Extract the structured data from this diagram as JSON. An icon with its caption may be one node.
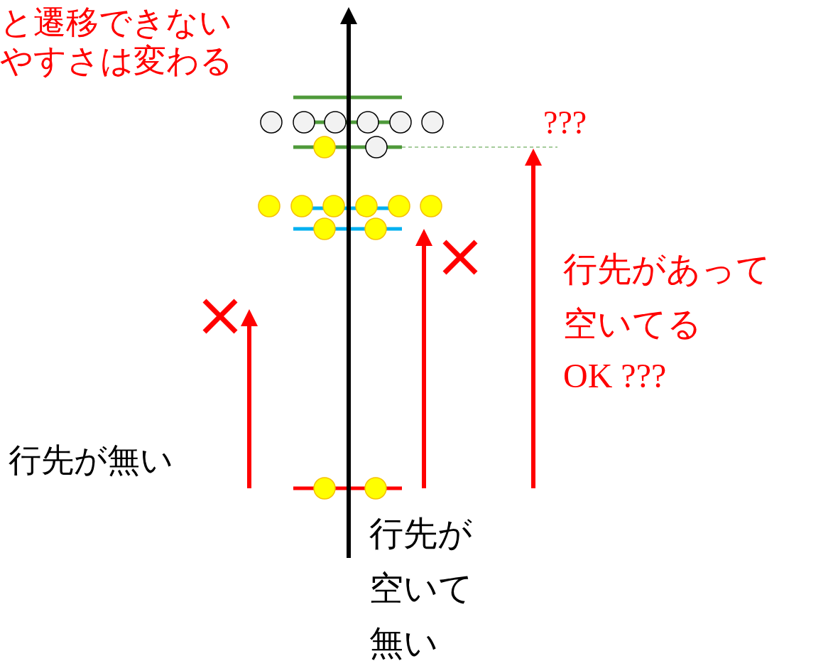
{
  "diagram": {
    "labels": [
      "と遷移できない",
      "やすさは変わる",
      "???",
      "行先があって空いてる",
      "OK ???",
      "行先が無い",
      "行先が空いて無い"
    ]
  }
}
